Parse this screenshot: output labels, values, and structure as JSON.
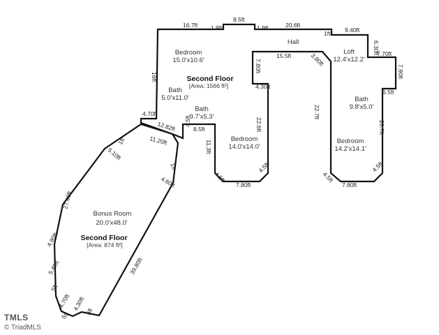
{
  "upper_floor": {
    "title": "Second Floor",
    "area": "[Area: 1566 ft²]",
    "rooms": [
      {
        "name": "Bedroom",
        "size": "15.0'x10.6'"
      },
      {
        "name": "Bath",
        "size": "5.0'x11.0'"
      },
      {
        "name": "Bath",
        "size": "9.7'x5.3'"
      },
      {
        "name": "Hall",
        "size": ""
      },
      {
        "name": "Loft",
        "size": "12.4'x12.2'"
      },
      {
        "name": "Bedroom",
        "size": "14.0'x14.0'"
      },
      {
        "name": "Bath",
        "size": "9.8'x5.0'"
      },
      {
        "name": "Bedroom",
        "size": "14.2'x14.1'"
      }
    ],
    "dimensions": [
      "16.7ft",
      "1.9ft",
      "8.5ft",
      "1.9ft",
      "20.6ft",
      "1ft",
      "9.40ft",
      "6.30ft",
      "7.70ft",
      "7.90ft",
      "6.5ft",
      "20.7ft",
      "4.5ft",
      "7.80ft",
      "4.5ft",
      "22.7ft",
      "3.80ft",
      "15.5ft",
      "7.80ft",
      "4.30ft",
      "22.6ft",
      "4.5ft",
      "7.80ft",
      "4.5ft",
      "11.3ft",
      "8.5ft",
      "4.5ft",
      "4.70ft",
      "16ft",
      "12.82ft"
    ]
  },
  "lower_section": {
    "title": "Second Floor",
    "area": "[Area: 874 ft²]",
    "room": {
      "name": "Bonus Room",
      "size": "20.0'x48.0'"
    },
    "dimensions": [
      "11.20ft",
      "1ft",
      "5.10ft",
      "1ft",
      "4.60ft",
      "27.40ft",
      "4.90ft",
      "5.40ft",
      "5ft",
      "4.70ft",
      "5ft",
      "4.30ft",
      "5ft",
      "39.80ft"
    ]
  },
  "branding": {
    "logo": "TMLS",
    "copyright": "© TriadMLS"
  }
}
